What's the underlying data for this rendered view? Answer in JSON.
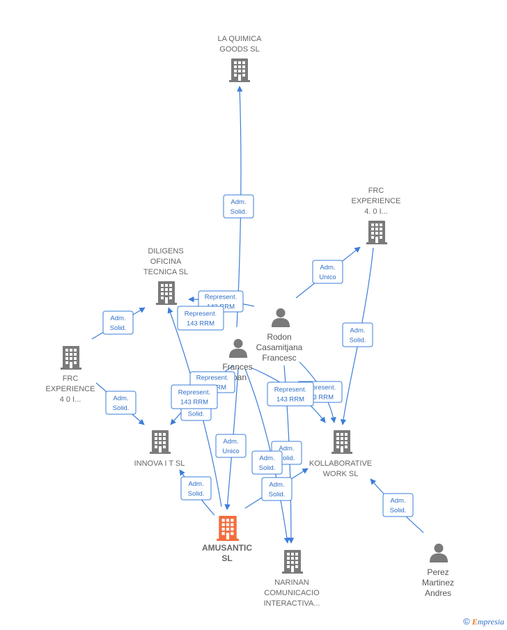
{
  "colors": {
    "edge": "#3b7dd8",
    "company": "#7a7a7a",
    "focus_company": "#f26d3d",
    "person": "#7a7a7a"
  },
  "companies": [
    {
      "id": "laquimica",
      "lines": [
        "LA QUIMICA",
        "GOODS  SL"
      ],
      "focus": false
    },
    {
      "id": "frc_top",
      "lines": [
        "FRC",
        "EXPERIENCE",
        "4. 0 I..."
      ],
      "focus": false
    },
    {
      "id": "diligens",
      "lines": [
        "DILIGENS",
        "OFICINA",
        "TECNICA SL"
      ],
      "focus": false
    },
    {
      "id": "frc_left",
      "lines": [
        "FRC",
        "EXPERIENCE",
        "4 0 I..."
      ],
      "focus": false
    },
    {
      "id": "innova",
      "lines": [
        "INNOVA I T  SL"
      ],
      "focus": false
    },
    {
      "id": "kollab",
      "lines": [
        "KOLLABORATIVE",
        "WORK  SL"
      ],
      "focus": false
    },
    {
      "id": "amusantic",
      "lines": [
        "AMUSANTIC",
        "SL"
      ],
      "focus": true
    },
    {
      "id": "narinan",
      "lines": [
        "NARINAN",
        "COMUNICACIO",
        "INTERACTIVA..."
      ],
      "focus": false
    }
  ],
  "persons": [
    {
      "id": "rodon",
      "lines": [
        "Rodon",
        "Casamitjana",
        "Francesc"
      ]
    },
    {
      "id": "frances",
      "lines": [
        "Frances",
        "Joan"
      ]
    },
    {
      "id": "perez",
      "lines": [
        "Perez",
        "Martinez",
        "Andres"
      ]
    }
  ],
  "badges": [
    {
      "id": "b1",
      "lines": [
        "Adm.",
        "Solid."
      ]
    },
    {
      "id": "b2",
      "lines": [
        "Adm.",
        "Unico"
      ]
    },
    {
      "id": "b3",
      "lines": [
        "Adm.",
        "Solid."
      ]
    },
    {
      "id": "b4",
      "lines": [
        "Represent.",
        "143 RRM"
      ]
    },
    {
      "id": "b5",
      "lines": [
        "Represent.",
        "143 RRM"
      ]
    },
    {
      "id": "b6",
      "lines": [
        "Adm.",
        "Solid."
      ]
    },
    {
      "id": "b7",
      "lines": [
        "Adm.",
        "Solid."
      ]
    },
    {
      "id": "b8",
      "lines": [
        "Represent.",
        "143 RRM"
      ]
    },
    {
      "id": "b9",
      "lines": [
        "Solid."
      ]
    },
    {
      "id": "b10",
      "lines": [
        "Represent.",
        "143 RRM"
      ]
    },
    {
      "id": "b11",
      "lines": [
        "Represent.",
        "143 RRM"
      ]
    },
    {
      "id": "b12",
      "lines": [
        "Represent.",
        "143 RRM"
      ]
    },
    {
      "id": "b13",
      "lines": [
        "Adm.",
        "Unico"
      ]
    },
    {
      "id": "b14",
      "lines": [
        "Adm.",
        "Solid."
      ]
    },
    {
      "id": "b15",
      "lines": [
        "Adm.",
        "Solid."
      ]
    },
    {
      "id": "b16",
      "lines": [
        "Adm.",
        "Solid."
      ]
    },
    {
      "id": "b17",
      "lines": [
        "Adm.",
        "Solid."
      ]
    },
    {
      "id": "b18",
      "lines": [
        "Adm.",
        "Solid."
      ]
    }
  ],
  "brand": {
    "copyright": "©",
    "initial": "E",
    "rest": "mpresia"
  }
}
